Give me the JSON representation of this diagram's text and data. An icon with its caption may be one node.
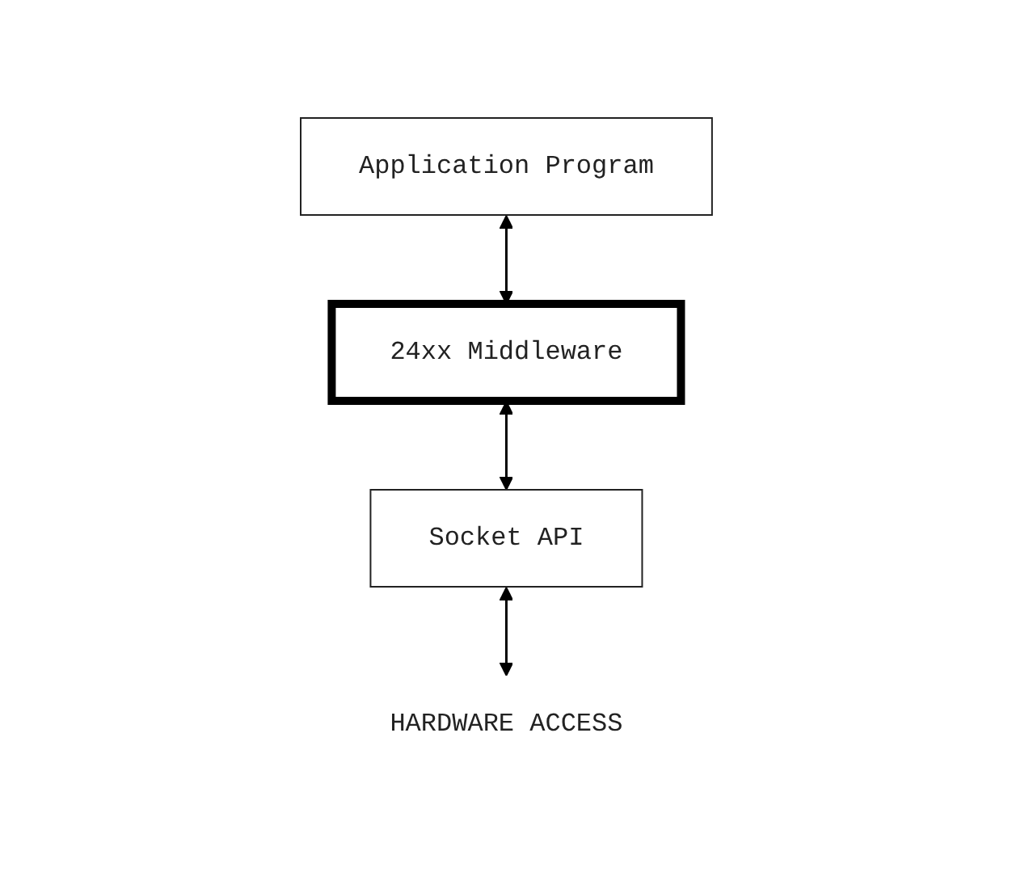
{
  "diagram": {
    "nodes": [
      {
        "text": [
          "Application Program"
        ]
      },
      {
        "text": [
          "24xx Middleware"
        ]
      },
      {
        "text": [
          "Socket API"
        ]
      },
      {
        "text": [
          "HARDWARE ACCESS"
        ]
      }
    ],
    "edges": [
      {
        "from": 0,
        "to": 1,
        "arrow": "both"
      },
      {
        "from": 1,
        "to": 2,
        "arrow": "both"
      },
      {
        "from": 2,
        "to": 3,
        "arrow": "both"
      }
    ]
  }
}
